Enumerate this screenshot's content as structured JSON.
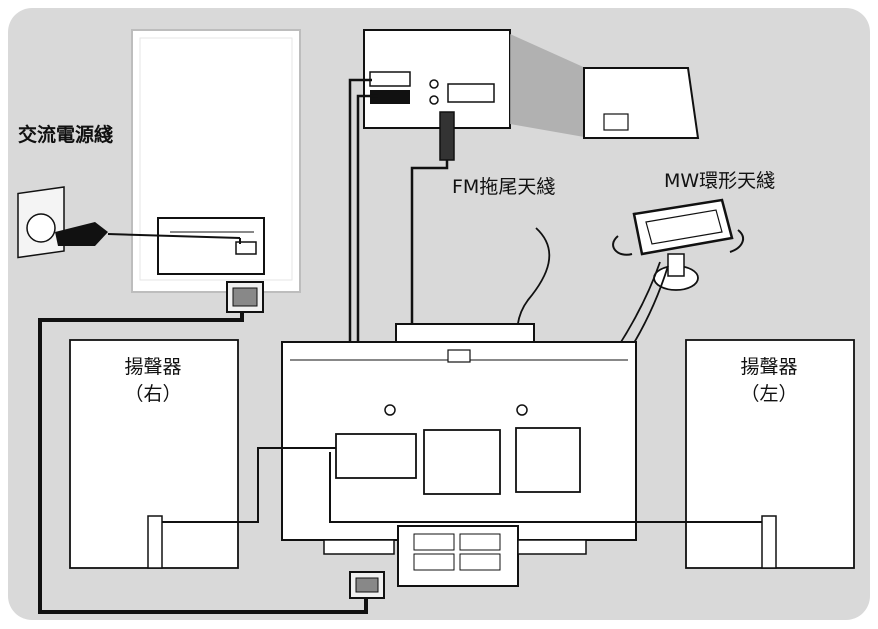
{
  "labels": {
    "ac_power_cord": "交流電源綫",
    "fm_antenna": "FM拖尾天綫",
    "mw_antenna": "MW環形天綫",
    "speaker_right": {
      "name": "揚聲器",
      "side": "（右）"
    },
    "speaker_left": {
      "name": "揚聲器",
      "side": "（左）"
    }
  },
  "colors": {
    "background": "#d9d9d9",
    "panel": "#ffffff",
    "line": "#111111",
    "shade": "#a9a9a9"
  }
}
